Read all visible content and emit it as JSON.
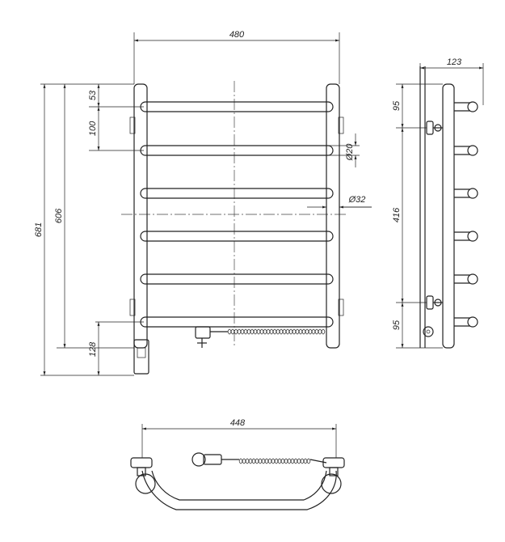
{
  "dimensions": {
    "overall_width": "480",
    "top_offset": "53",
    "bar_spacing": "100",
    "overall_height": "681",
    "mount_height": "606",
    "bottom_offset": "128",
    "bar_diameter": "Ø20",
    "post_diameter": "Ø32",
    "depth": "123",
    "side_top": "95",
    "side_middle": "416",
    "side_bottom": "95",
    "bottom_view_width": "448"
  }
}
